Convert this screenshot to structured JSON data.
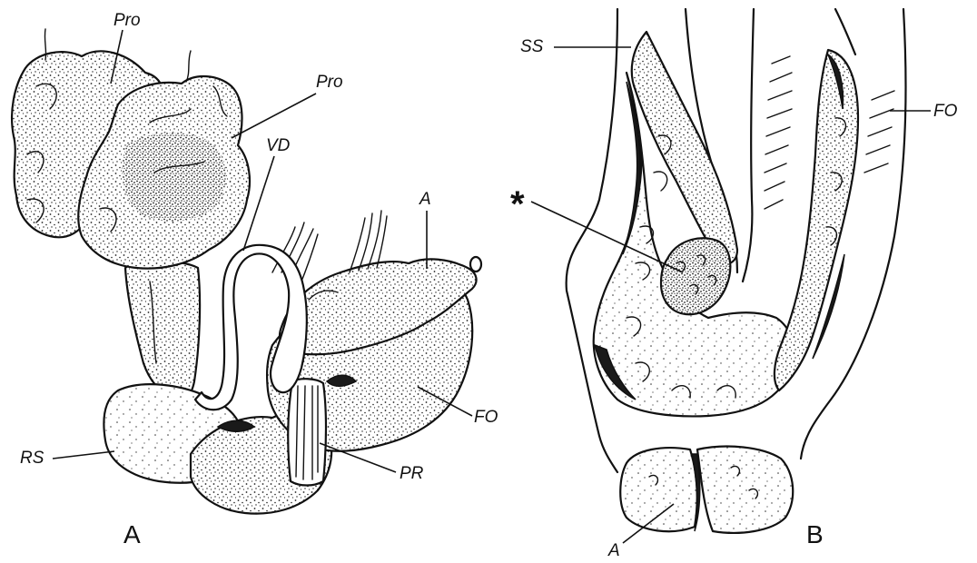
{
  "panels": {
    "a": {
      "panel_label": "A",
      "labels": {
        "pro_left": "Pro",
        "pro_right": "Pro",
        "vd": "VD",
        "a": "A",
        "fo": "FO",
        "rs": "RS",
        "pr": "PR"
      }
    },
    "b": {
      "panel_label": "B",
      "labels": {
        "ss": "SS",
        "fo": "FO",
        "star": "*",
        "a": "A"
      }
    }
  }
}
